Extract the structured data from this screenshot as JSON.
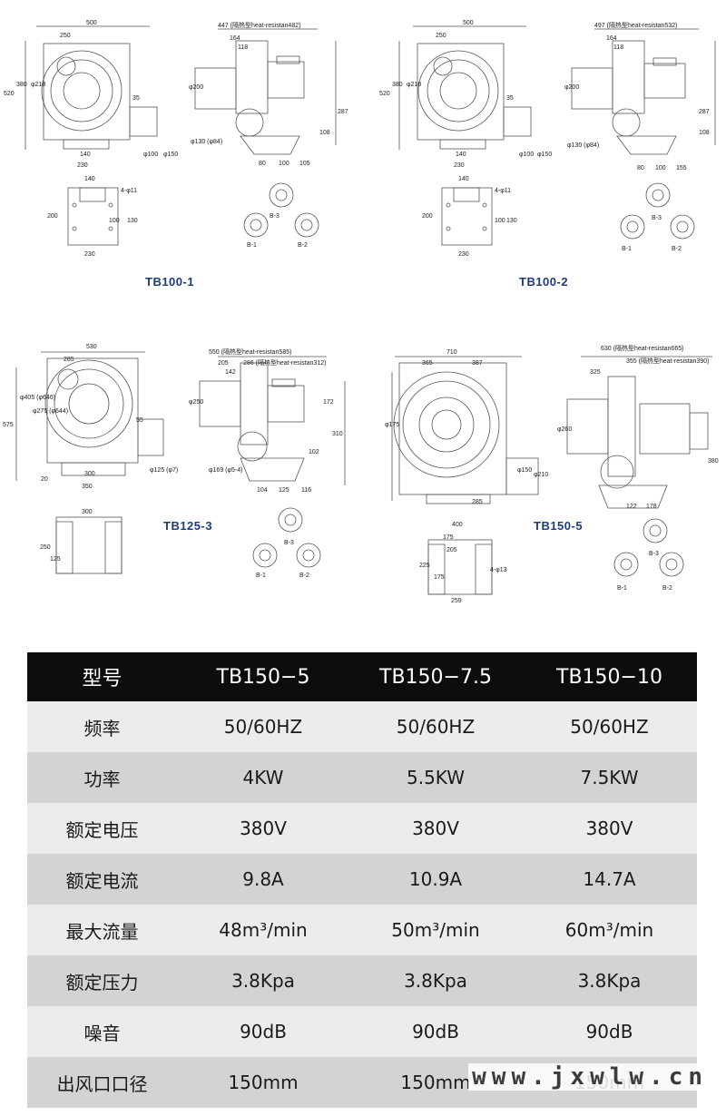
{
  "drawings": {
    "labels": [
      "TB100-1",
      "TB100-2",
      "TB125-3",
      "TB150-5"
    ],
    "TB100-1": {
      "dims": [
        "500",
        "250",
        "520",
        "380",
        "φ218",
        "35",
        "140",
        "230",
        "φ100",
        "φ150",
        "447 (隔热型heat-resistan482)",
        "164",
        "118",
        "φ200",
        "φ130 (φ84)",
        "287",
        "108",
        "80",
        "100",
        "105",
        "140",
        "4-φ11",
        "200",
        "100",
        "130",
        "230"
      ]
    },
    "TB100-2": {
      "dims": [
        "500",
        "250",
        "520",
        "380",
        "φ218",
        "35",
        "140",
        "230",
        "φ100",
        "φ150",
        "497 (隔热型heat-resistan532)",
        "164",
        "118",
        "φ200",
        "φ130 (φ84)",
        "287",
        "108",
        "80",
        "100",
        "155",
        "140",
        "4-φ11",
        "200",
        "100",
        "130",
        "230"
      ]
    },
    "TB125-3": {
      "dims": [
        "530",
        "285",
        "575",
        "φ405 (φ646)",
        "φ275 (φ644)",
        "55",
        "20",
        "300",
        "350",
        "φ125 (φ7)",
        "550 (隔热型heat-resistan585)",
        "205",
        "286 (隔热型heat-resistan312)",
        "142",
        "φ250",
        "172",
        "310",
        "102",
        "φ169 (φ5-4)",
        "104",
        "125",
        "116",
        "300",
        "250",
        "125"
      ]
    },
    "TB150-5": {
      "dims": [
        "710",
        "365",
        "387",
        "φ175",
        "φ150",
        "φ210",
        "285",
        "630 (隔热型heat-resistan665)",
        "355 (隔热型heat-resistan390)",
        "325",
        "φ260",
        "380",
        "122",
        "178",
        "400",
        "175",
        "225",
        "4-φ13",
        "259",
        "175",
        "205"
      ]
    },
    "orientations": [
      "B-1",
      "B-2",
      "B-3"
    ]
  },
  "table": {
    "header": [
      "型号",
      "TB150−5",
      "TB150−7.5",
      "TB150−10"
    ],
    "rows": [
      [
        "频率",
        "50/60HZ",
        "50/60HZ",
        "50/60HZ"
      ],
      [
        "功率",
        "4KW",
        "5.5KW",
        "7.5KW"
      ],
      [
        "额定电压",
        "380V",
        "380V",
        "380V"
      ],
      [
        "额定电流",
        "9.8A",
        "10.9A",
        "14.7A"
      ],
      [
        "最大流量",
        "48m³/min",
        "50m³/min",
        "60m³/min"
      ],
      [
        "额定压力",
        "3.8Kpa",
        "3.8Kpa",
        "3.8Kpa"
      ],
      [
        "噪音",
        "90dB",
        "90dB",
        "90dB"
      ],
      [
        "出风口口径",
        "150mm",
        "150mm",
        "150mm"
      ]
    ]
  },
  "watermark": "www.jxwlw.cn"
}
